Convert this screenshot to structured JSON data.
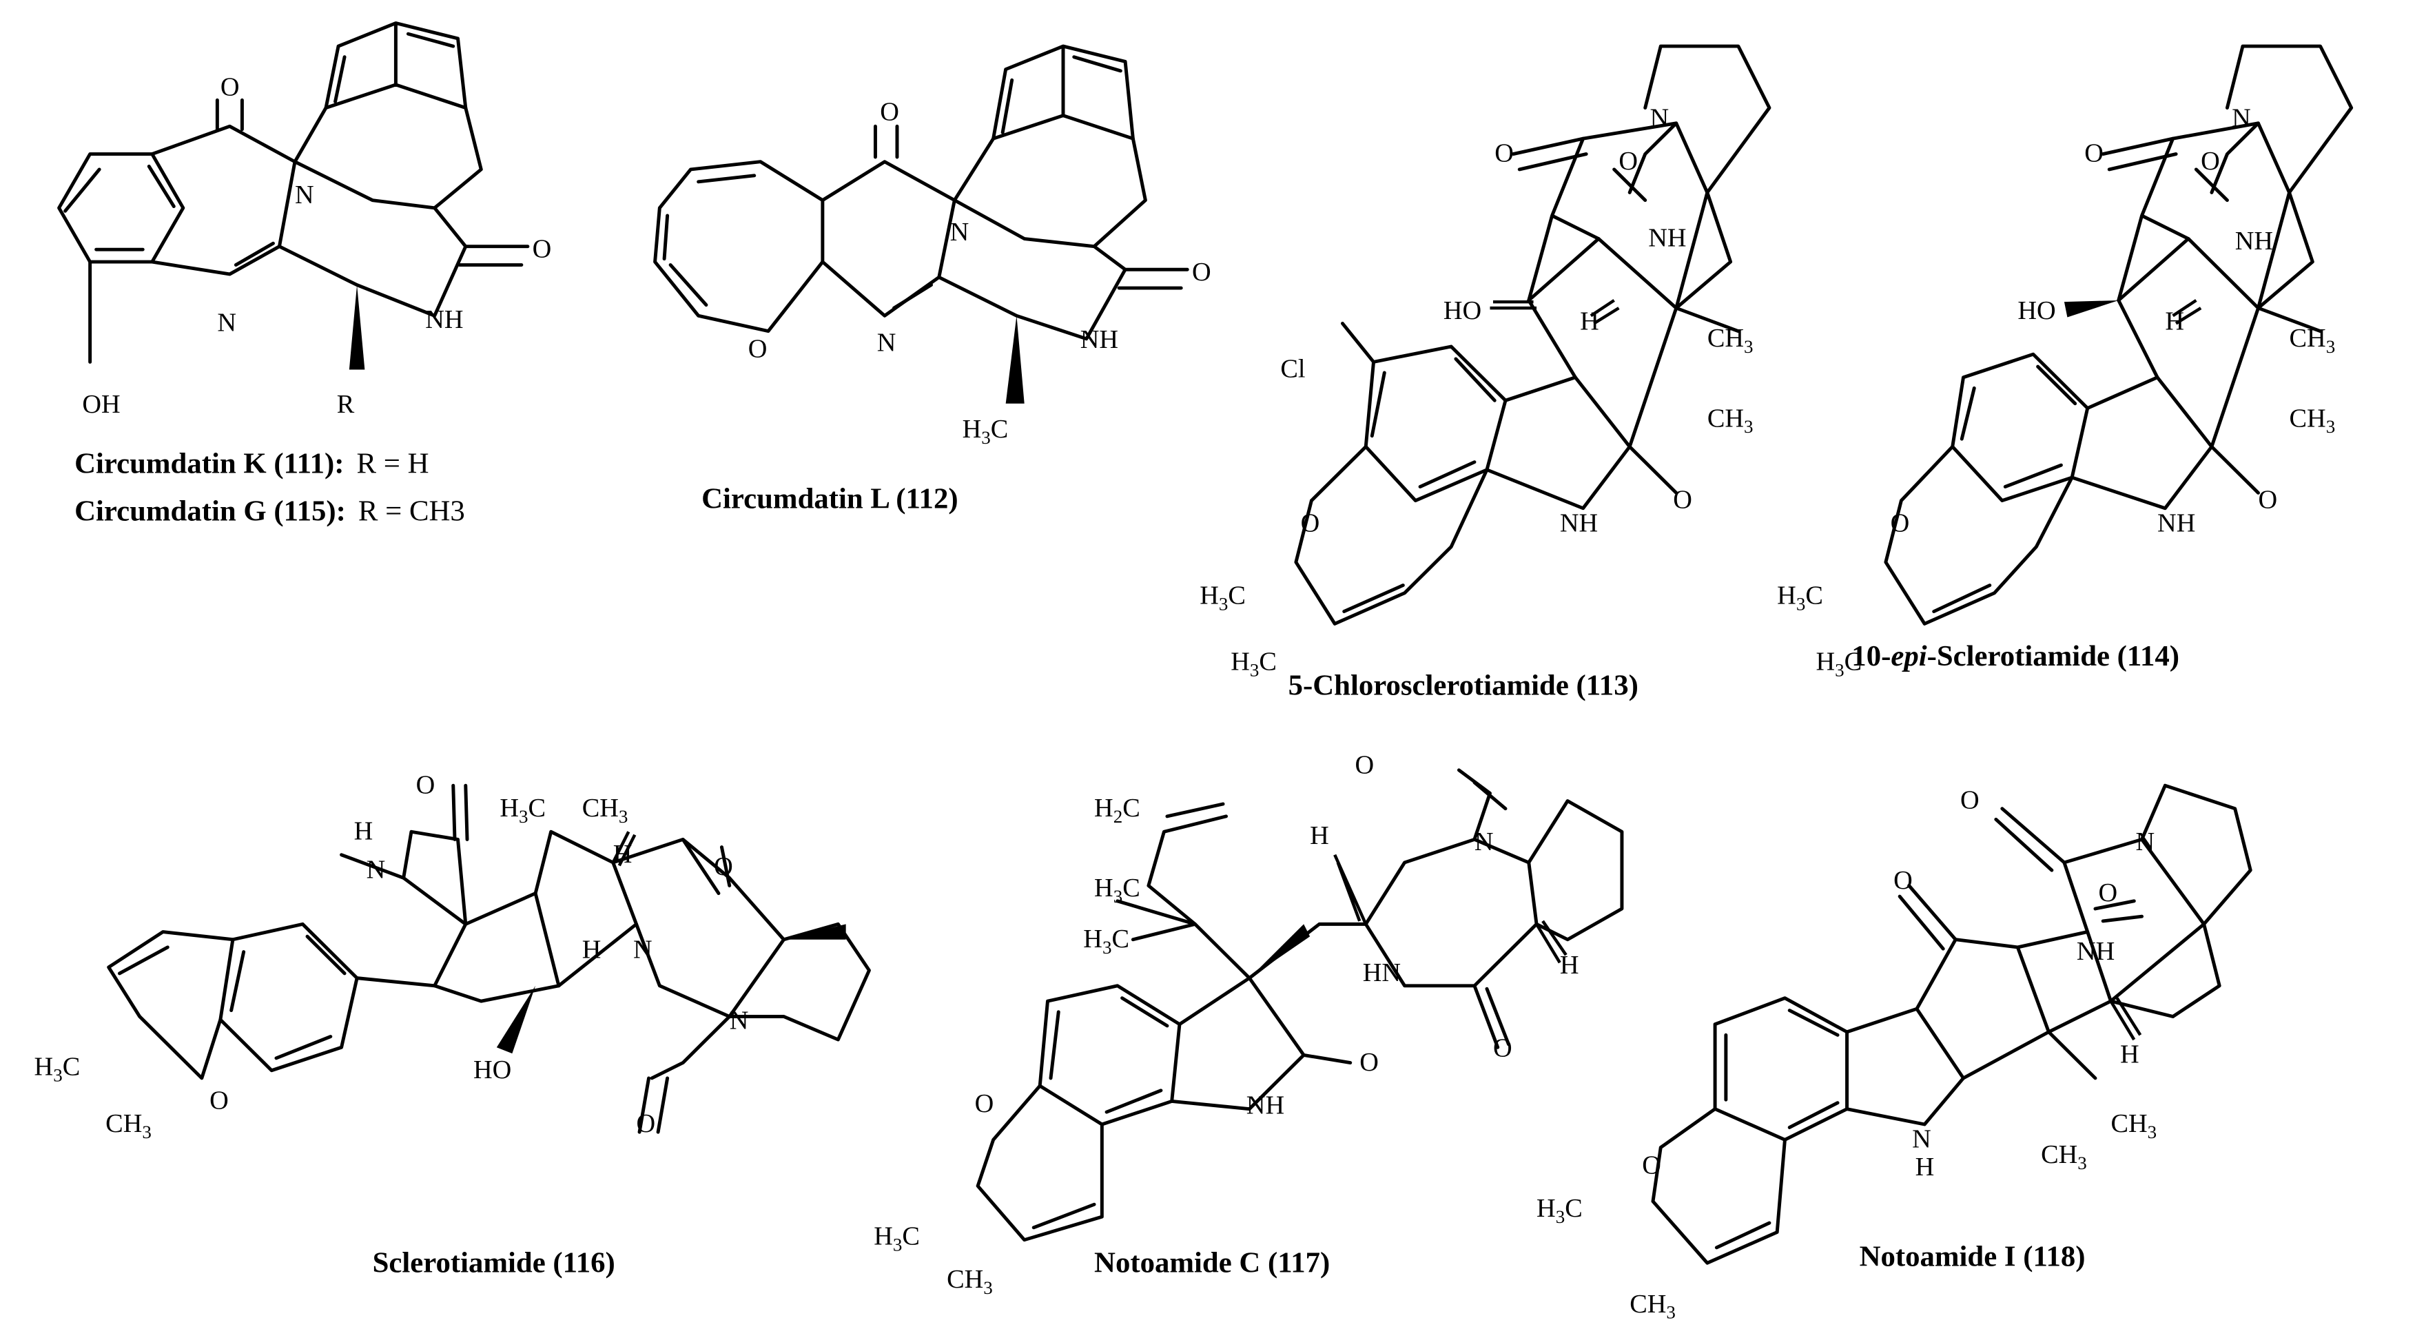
{
  "compounds": [
    {
      "name": "Circumdatin K (111):",
      "substituent": "R = H"
    },
    {
      "name": "Circumdatin G (115):",
      "substituent": "R = CH3"
    },
    {
      "name": "Circumdatin L (112)"
    },
    {
      "name": "5-Chlorosclerotiamide (113)"
    },
    {
      "name_prefix": "10-",
      "name_italic": "epi",
      "name_suffix": "-Sclerotiamide (114)"
    },
    {
      "name": "Sclerotiamide (116)"
    },
    {
      "name": "Notoamide C (117)"
    },
    {
      "name": "Notoamide I (118)"
    }
  ]
}
